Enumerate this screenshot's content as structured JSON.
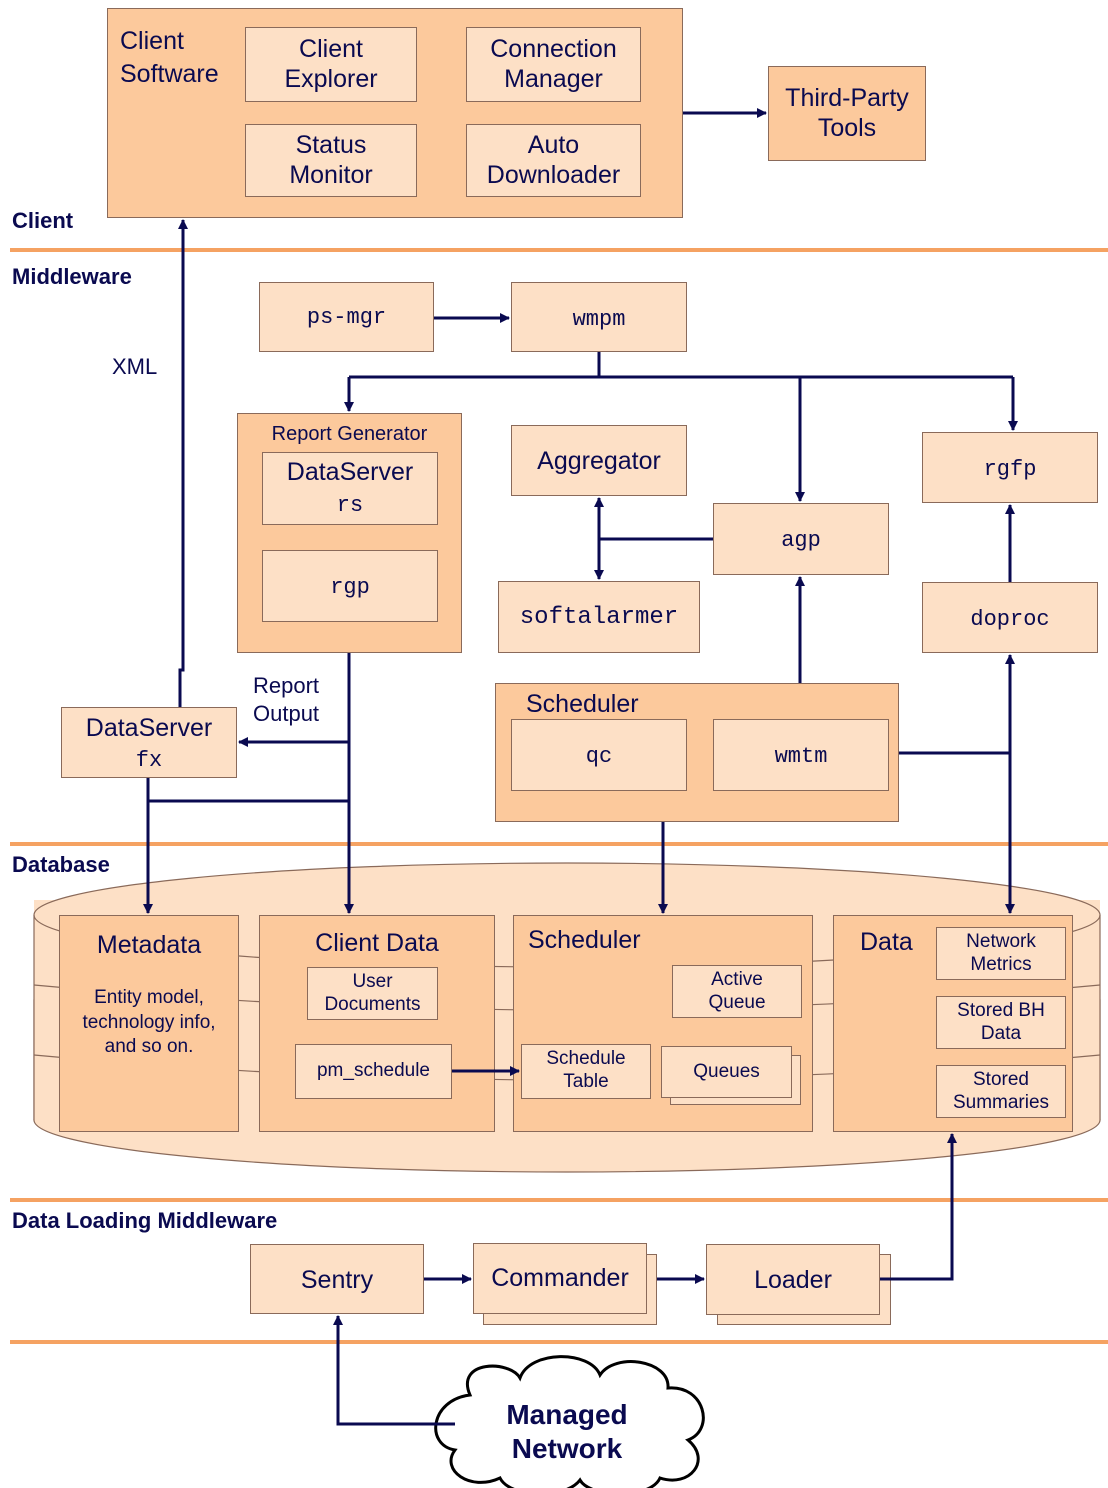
{
  "sections": {
    "client": "Client",
    "middleware": "Middleware",
    "database": "Database",
    "data_loading": "Data Loading Middleware"
  },
  "client": {
    "software": "Client\nSoftware",
    "explorer": "Client\nExplorer",
    "connection_manager": "Connection\nManager",
    "status_monitor": "Status\nMonitor",
    "auto_downloader": "Auto\nDownloader",
    "third_party": "Third-Party\nTools"
  },
  "middleware": {
    "xml": "XML",
    "ps_mgr": "ps-mgr",
    "wmpm": "wmpm",
    "report_generator": "Report Generator",
    "dataserver_rs_title": "DataServer",
    "rs": "rs",
    "rgp": "rgp",
    "aggregator": "Aggregator",
    "agp": "agp",
    "softalarmer": "softalarmer",
    "rgfp": "rgfp",
    "doproc": "doproc",
    "report_output": "Report\nOutput",
    "dataserver_fx_title": "DataServer",
    "fx": "fx",
    "scheduler": "Scheduler",
    "qc": "qc",
    "wmtm": "wmtm"
  },
  "database": {
    "metadata": "Metadata",
    "metadata_desc": "Entity model,\ntechnology info,\nand so on.",
    "client_data": "Client Data",
    "user_documents": "User\nDocuments",
    "pm_schedule": "pm_schedule",
    "scheduler": "Scheduler",
    "active_queue": "Active\nQueue",
    "schedule_table": "Schedule\nTable",
    "queues": "Queues",
    "data": "Data",
    "network_metrics": "Network\nMetrics",
    "stored_bh": "Stored BH\nData",
    "stored_summaries": "Stored\nSummaries"
  },
  "loading": {
    "sentry": "Sentry",
    "commander": "Commander",
    "loader": "Loader"
  },
  "network": "Managed\nNetwork",
  "colors": {
    "light_box": "#fde0c6",
    "dark_box": "#fcc99c",
    "band": "#f5a262",
    "arrow": "#0a0a50"
  }
}
